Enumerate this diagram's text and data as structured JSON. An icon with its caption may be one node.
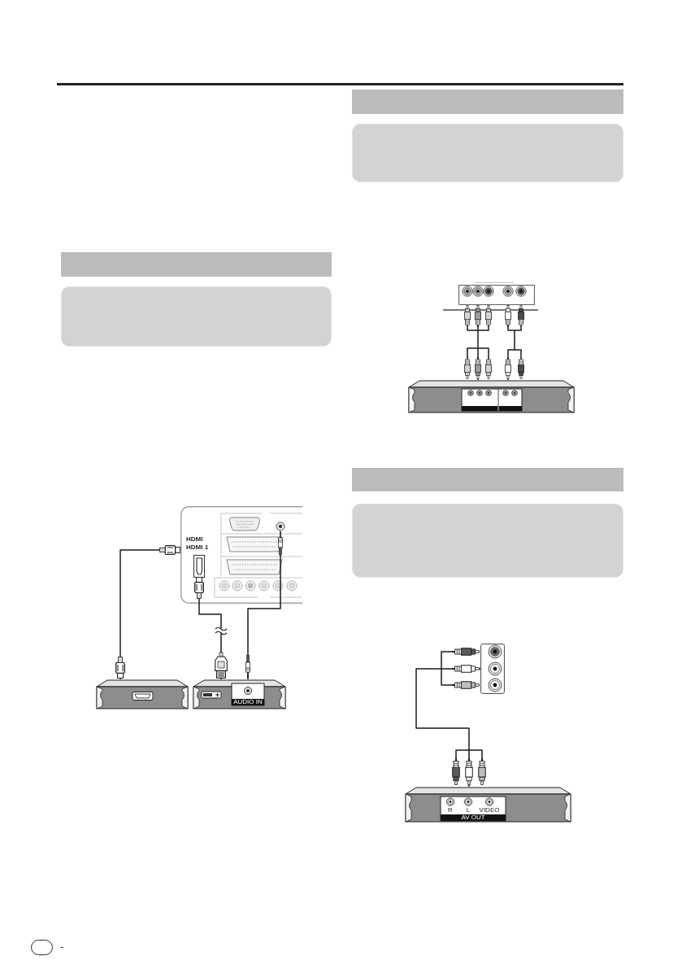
{
  "diagram": {
    "nodes": [
      {
        "text": [],
        "shape": "bar"
      },
      {
        "text": [],
        "shape": "box"
      },
      {
        "text": [
          "HDMI",
          "HDMI 1"
        ]
      },
      {
        "text": [],
        "shape": "picture"
      },
      {
        "text": [
          "AUDIO IN"
        ]
      },
      {
        "text": [],
        "shape": "bar"
      },
      {
        "text": [],
        "shape": "box"
      },
      {
        "text": [],
        "shape": "picture"
      },
      {
        "text": [],
        "shape": "picture"
      },
      {
        "text": [],
        "shape": "bar"
      },
      {
        "text": [],
        "shape": "box"
      },
      {
        "text": [],
        "shape": "picture"
      },
      {
        "text": [
          "R",
          "L",
          "VIDEO",
          "AV OUT"
        ]
      },
      {
        "text": [],
        "shape": "box",
        "beside": [
          "-"
        ]
      }
    ],
    "edges": [
      {
        "from": 3,
        "to": 2,
        "arrow": "other"
      },
      {
        "from": 4,
        "to": 2,
        "arrow": "other"
      },
      {
        "from": 4,
        "to": 2,
        "arrow": "other"
      },
      {
        "from": 8,
        "to": 7,
        "arrow": "other"
      },
      {
        "from": 8,
        "to": 7,
        "arrow": "other"
      },
      {
        "from": 12,
        "to": 11,
        "arrow": "other"
      }
    ]
  }
}
